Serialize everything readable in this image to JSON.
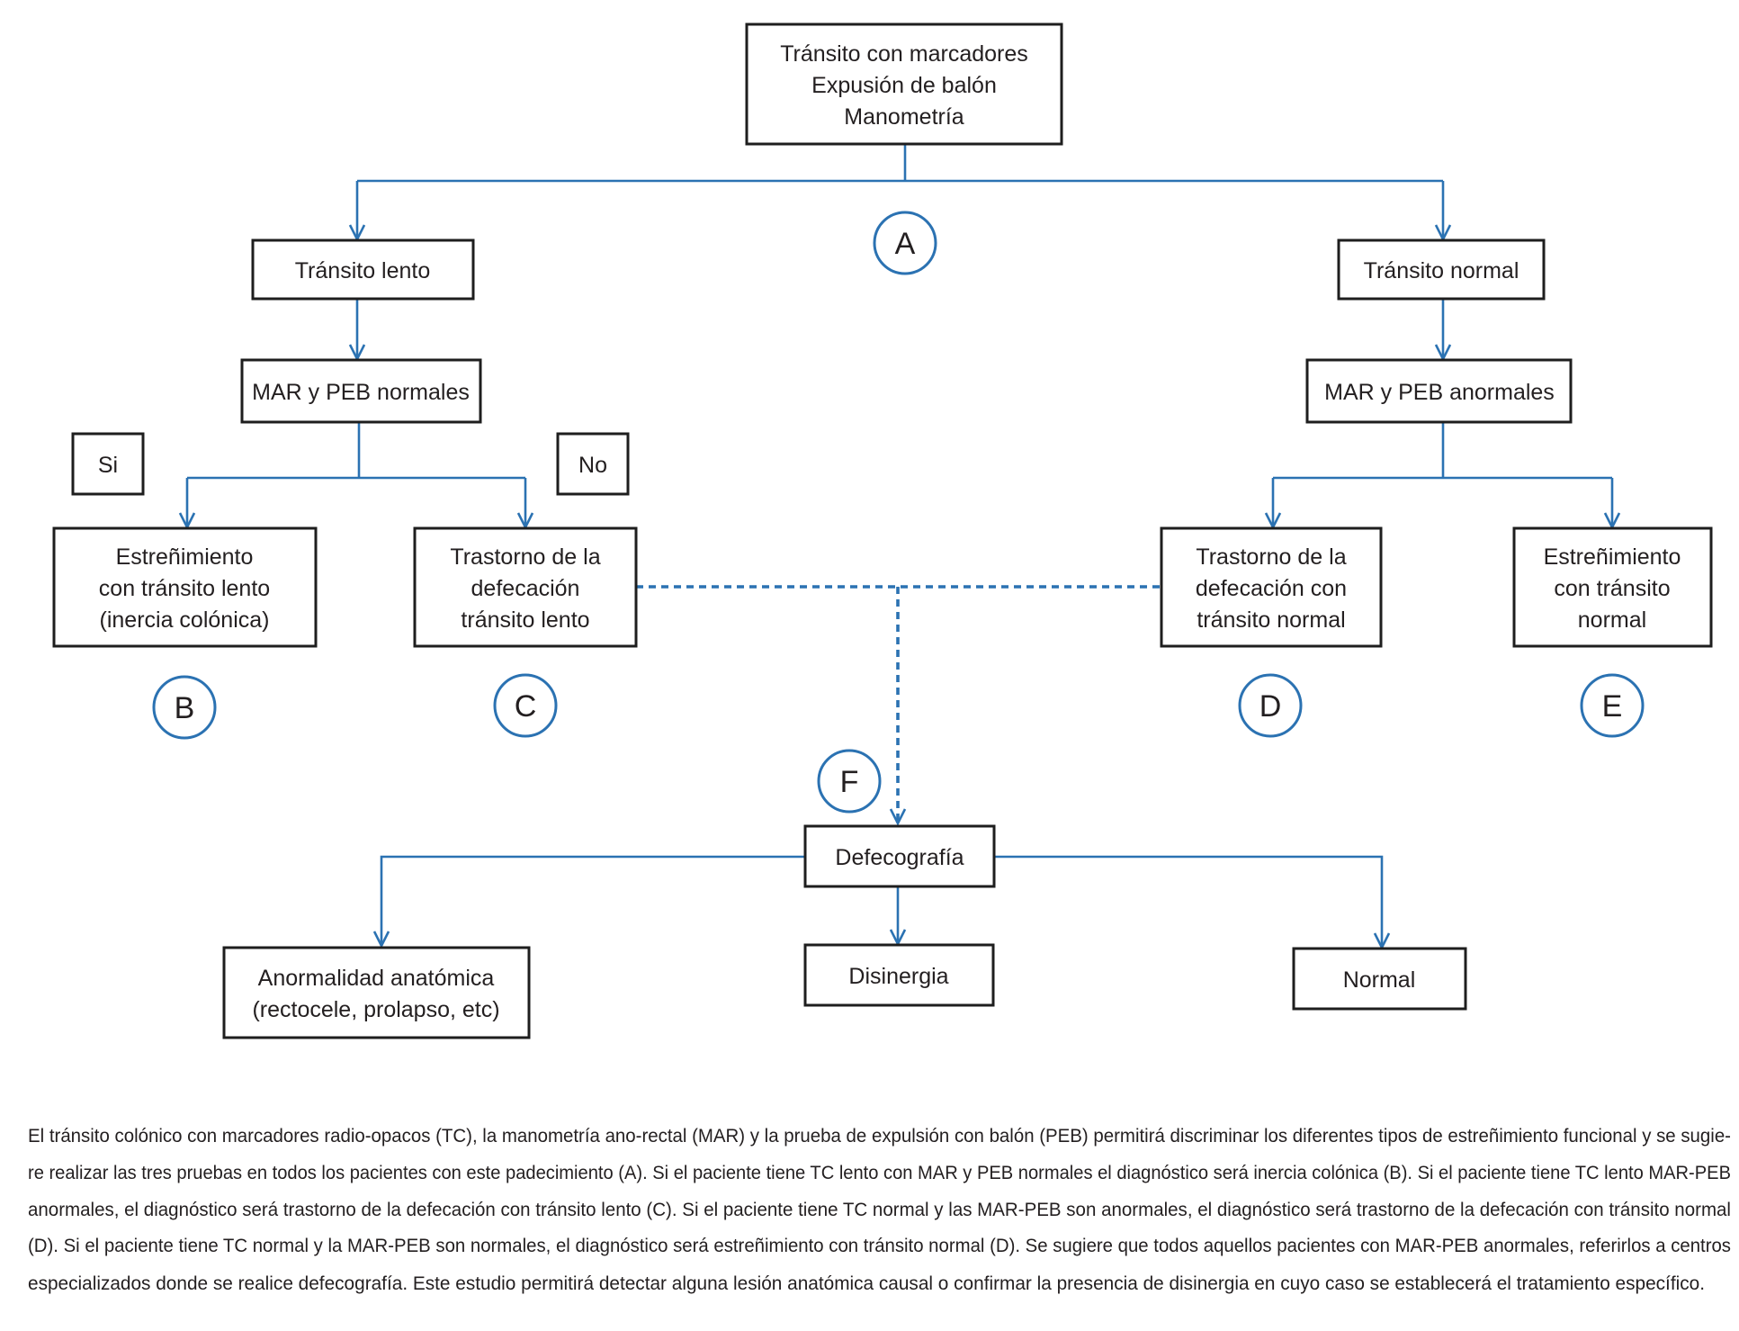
{
  "nodes": {
    "start": {
      "lines": [
        "Tránsito con marcadores",
        "Expusión de balón",
        "Manometría"
      ]
    },
    "slow_transit": {
      "lines": [
        "Tránsito lento"
      ]
    },
    "normal_transit": {
      "lines": [
        "Tránsito normal"
      ]
    },
    "mar_peb_normal": {
      "lines": [
        "MAR y PEB normales"
      ]
    },
    "mar_peb_abnormal": {
      "lines": [
        "MAR y PEB anormales"
      ]
    },
    "yes": {
      "lines": [
        "Si"
      ]
    },
    "no": {
      "lines": [
        "No"
      ]
    },
    "slow_constipation": {
      "lines": [
        "Estreñimiento",
        "con tránsito lento",
        "(inercia colónica)"
      ]
    },
    "defecation_slow": {
      "lines": [
        "Trastorno de la",
        "defecación",
        "tránsito lento"
      ]
    },
    "defecation_normal": {
      "lines": [
        "Trastorno de la",
        "defecación con",
        "tránsito normal"
      ]
    },
    "normal_constipation": {
      "lines": [
        "Estreñimiento",
        "con tránsito",
        "normal"
      ]
    },
    "defecography": {
      "lines": [
        "Defecografía"
      ]
    },
    "anatomic": {
      "lines": [
        "Anormalidad anatómica",
        "(rectocele, prolapso, etc)"
      ]
    },
    "dyssynergia": {
      "lines": [
        "Disinergia"
      ]
    },
    "normal": {
      "lines": [
        "Normal"
      ]
    }
  },
  "markers": {
    "a": "A",
    "b": "B",
    "c": "C",
    "d": "D",
    "e": "E",
    "f": "F"
  },
  "caption": {
    "lines": [
      "El tránsito colónico con marcadores radio-opacos (TC), la manometría ano-rectal (MAR) y la prueba de expulsión con balón (PEB) permitirá discriminar los diferentes tipos de estreñimiento funcional y se sugie-",
      "re realizar las tres pruebas en todos los pacientes con este padecimiento (A). Si el paciente tiene TC lento con MAR y PEB normales el diagnóstico será inercia colónica (B). Si el paciente tiene TC lento MAR-PEB",
      "anormales, el diagnóstico será trastorno de la defecación con tránsito lento (C). Si el paciente tiene TC normal y las MAR-PEB son anormales, el diagnóstico será trastorno de la defecación con tránsito normal",
      "(D). Si el paciente tiene TC normal y la MAR-PEB son normales, el diagnóstico será estreñimiento con tránsito normal (D). Se sugiere que todos aquellos pacientes con MAR-PEB anormales, referirlos a centros",
      "especializados donde se realice defecografía. Este estudio permitirá detectar alguna lesión anatómica causal o confirmar la presencia de disinergia en cuyo caso se establecerá el tratamiento específico."
    ]
  },
  "colors": {
    "connector": "#2b72b2",
    "box_border": "#1e1e1e",
    "text": "#231f20",
    "background": "#ffffff"
  }
}
